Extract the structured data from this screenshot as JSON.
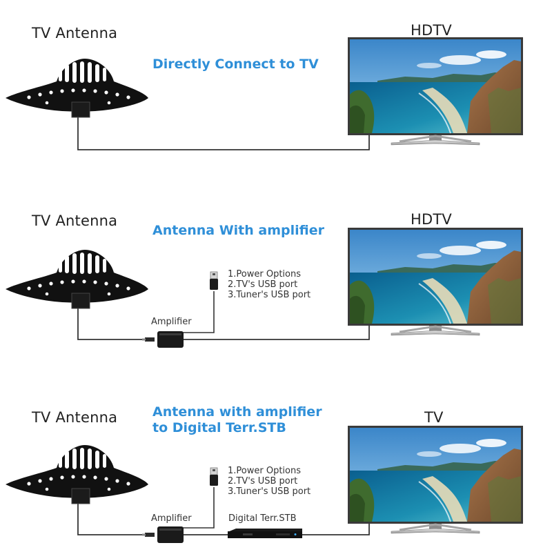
{
  "panels": [
    {
      "antenna_label": "TV Antenna",
      "tv_label": "HDTV",
      "caption_lines": [
        "Directly Connect to TV"
      ]
    },
    {
      "antenna_label": "TV Antenna",
      "tv_label": "HDTV",
      "caption_lines": [
        "Antenna With amplifier"
      ],
      "amplifier_label": "Amplifier",
      "usb_options": [
        "1.Power Options",
        "2.TV's USB port",
        "3.Tuner's USB port"
      ]
    },
    {
      "antenna_label": "TV Antenna",
      "tv_label": "TV",
      "caption_lines": [
        "Antenna with amplifier",
        "to Digital Terr.STB"
      ],
      "amplifier_label": "Amplifier",
      "usb_options": [
        "1.Power Options",
        "2.TV's USB port",
        "3.Tuner's USB port"
      ],
      "stb_label": "Digital Terr.STB"
    }
  ],
  "colors": {
    "caption_blue": "#2f8fd8",
    "antenna_black": "#111111",
    "cable_gray": "#333333",
    "tv_frame": "#2b2b2b"
  }
}
